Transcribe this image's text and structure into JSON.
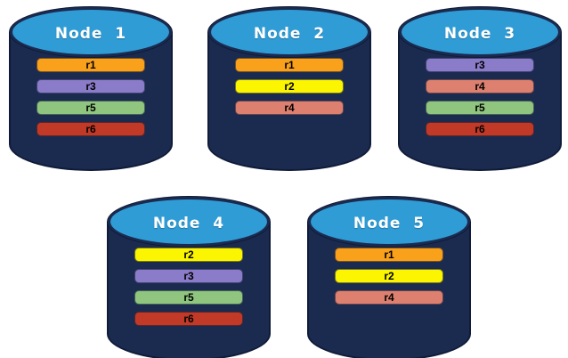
{
  "diagram": {
    "description": "Database nodes with replicated partitions",
    "colors": {
      "background": "#ffffff",
      "cylinder_body": "#1b2a4f",
      "cylinder_outline": "#0f1b38",
      "cylinder_top": "#2f9cd6",
      "node_label_text": "#ffffff",
      "replica_label_text": "#000000"
    },
    "replica_colors": {
      "r1": "#f9a11b",
      "r2": "#fbf502",
      "r3": "#8a7cc8",
      "r4": "#de8070",
      "r5": "#8fc57e",
      "r6": "#c13a28"
    },
    "nodes": [
      {
        "label": "Node  1",
        "replicas": [
          "r1",
          "r3",
          "r5",
          "r6"
        ]
      },
      {
        "label": "Node  2",
        "replicas": [
          "r1",
          "r2",
          "r4"
        ]
      },
      {
        "label": "Node  3",
        "replicas": [
          "r3",
          "r4",
          "r5",
          "r6"
        ]
      },
      {
        "label": "Node  4",
        "replicas": [
          "r2",
          "r3",
          "r5",
          "r6"
        ]
      },
      {
        "label": "Node  5",
        "replicas": [
          "r1",
          "r2",
          "r4"
        ]
      }
    ]
  }
}
